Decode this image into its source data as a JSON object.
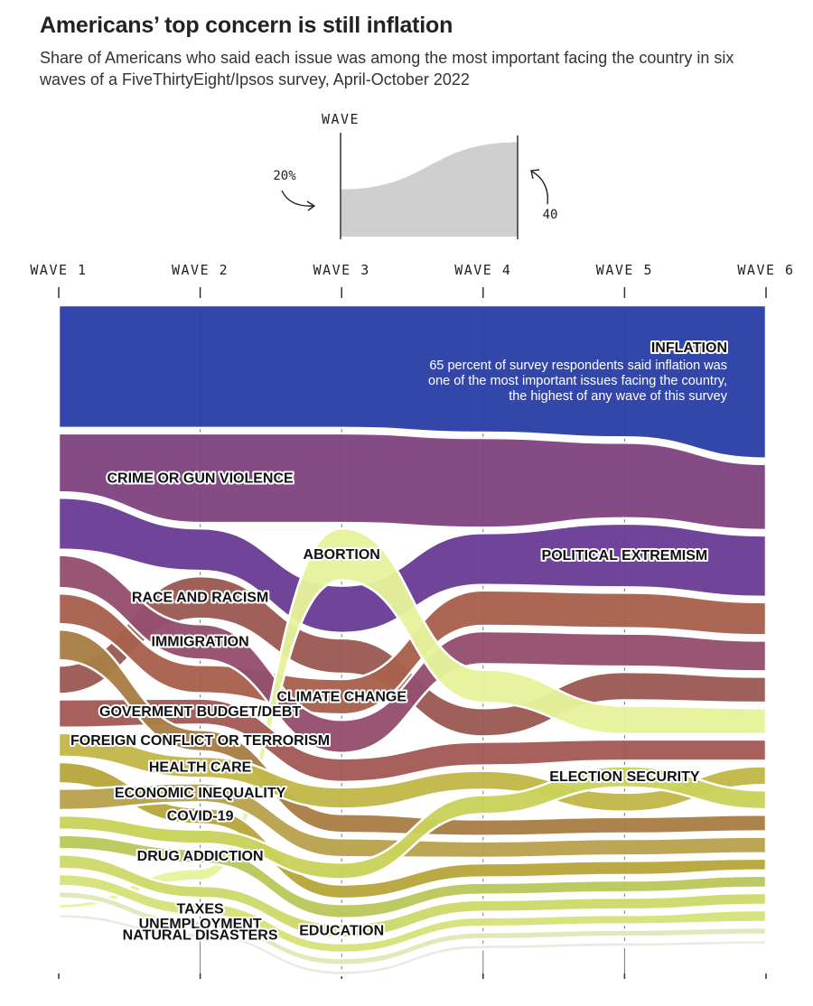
{
  "title": "Americans’ top concern is still inflation",
  "subtitle": "Share of Americans who said each issue was among the most important facing the country in six waves of a FiveThirtyEight/Ipsos survey, April-October 2022",
  "legend": {
    "wave_label": "WAVE",
    "left_value": "20%",
    "right_value": "40",
    "left_pct": 20,
    "right_pct": 40
  },
  "chart_data": {
    "type": "area",
    "subtype": "bump-stream",
    "x": [
      "WAVE 1",
      "WAVE 2",
      "WAVE 3",
      "WAVE 4",
      "WAVE 5",
      "WAVE 6"
    ],
    "series": [
      {
        "name": "INFLATION",
        "values": [
          52,
          52,
          52,
          54,
          56,
          65
        ],
        "color": "#2a3fa6"
      },
      {
        "name": "CRIME OR GUN VIOLENCE",
        "values": [
          25,
          38,
          38,
          38,
          32,
          28
        ],
        "color": "#7f4480"
      },
      {
        "name": "POLITICAL EXTREMISM",
        "values": [
          22,
          18,
          20,
          22,
          27,
          26
        ],
        "color": "#6a3d95"
      },
      {
        "name": "RACE AND RACISM",
        "values": [
          12,
          18,
          15,
          12,
          12,
          11
        ],
        "color": "#9a5a52"
      },
      {
        "name": "CLIMATE CHANGE",
        "values": [
          13,
          12,
          15,
          15,
          15,
          14
        ],
        "color": "#a8614c"
      },
      {
        "name": "IMMIGRATION",
        "values": [
          14,
          15,
          14,
          14,
          14,
          13
        ],
        "color": "#944f6e"
      },
      {
        "name": "ABORTION",
        "values": [
          2,
          5,
          22,
          14,
          12,
          11
        ],
        "color": "#e6f29a"
      },
      {
        "name": "GOVERMENT BUDGET/DEBT",
        "values": [
          12,
          11,
          10,
          10,
          9,
          9
        ],
        "color": "#a35a55"
      },
      {
        "name": "FOREIGN CONFLICT OR TERRORISM",
        "values": [
          13,
          9,
          8,
          7,
          7,
          7
        ],
        "color": "#a97e46"
      },
      {
        "name": "COVID-19",
        "values": [
          9,
          7,
          6,
          6,
          6,
          5
        ],
        "color": "#b8a73c"
      },
      {
        "name": "HEALTH CARE",
        "values": [
          10,
          9,
          9,
          8,
          8,
          8
        ],
        "color": "#c2b748"
      },
      {
        "name": "ECONOMIC INEQUALITY",
        "values": [
          9,
          8,
          8,
          7,
          7,
          7
        ],
        "color": "#b9a24e"
      },
      {
        "name": "ELECTION SECURITY",
        "values": [
          6,
          6,
          7,
          8,
          9,
          8
        ],
        "color": "#c9d25a"
      },
      {
        "name": "DRUG ADDICTION",
        "values": [
          6,
          6,
          6,
          5,
          5,
          5
        ],
        "color": "#bcc75c"
      },
      {
        "name": "EDUCATION",
        "values": [
          6,
          5,
          6,
          5,
          5,
          5
        ],
        "color": "#cfd96a"
      },
      {
        "name": "TAXES",
        "values": [
          5,
          5,
          4,
          4,
          4,
          5
        ],
        "color": "#d6e27a"
      },
      {
        "name": "UNEMPLOYMENT",
        "values": [
          3,
          3,
          3,
          3,
          3,
          3
        ],
        "color": "#e2e6b8"
      },
      {
        "name": "NATURAL DISASTERS",
        "values": [
          2,
          2,
          2,
          2,
          2,
          2
        ],
        "color": "#e9eadf"
      }
    ],
    "annotation": {
      "series": "INFLATION",
      "label": "INFLATION",
      "lines": [
        "65 percent of survey respondents said inflation was",
        "one of the most important issues facing the country,",
        "the highest of any wave of this survey"
      ]
    },
    "grid": true,
    "legend_placement": "top"
  }
}
